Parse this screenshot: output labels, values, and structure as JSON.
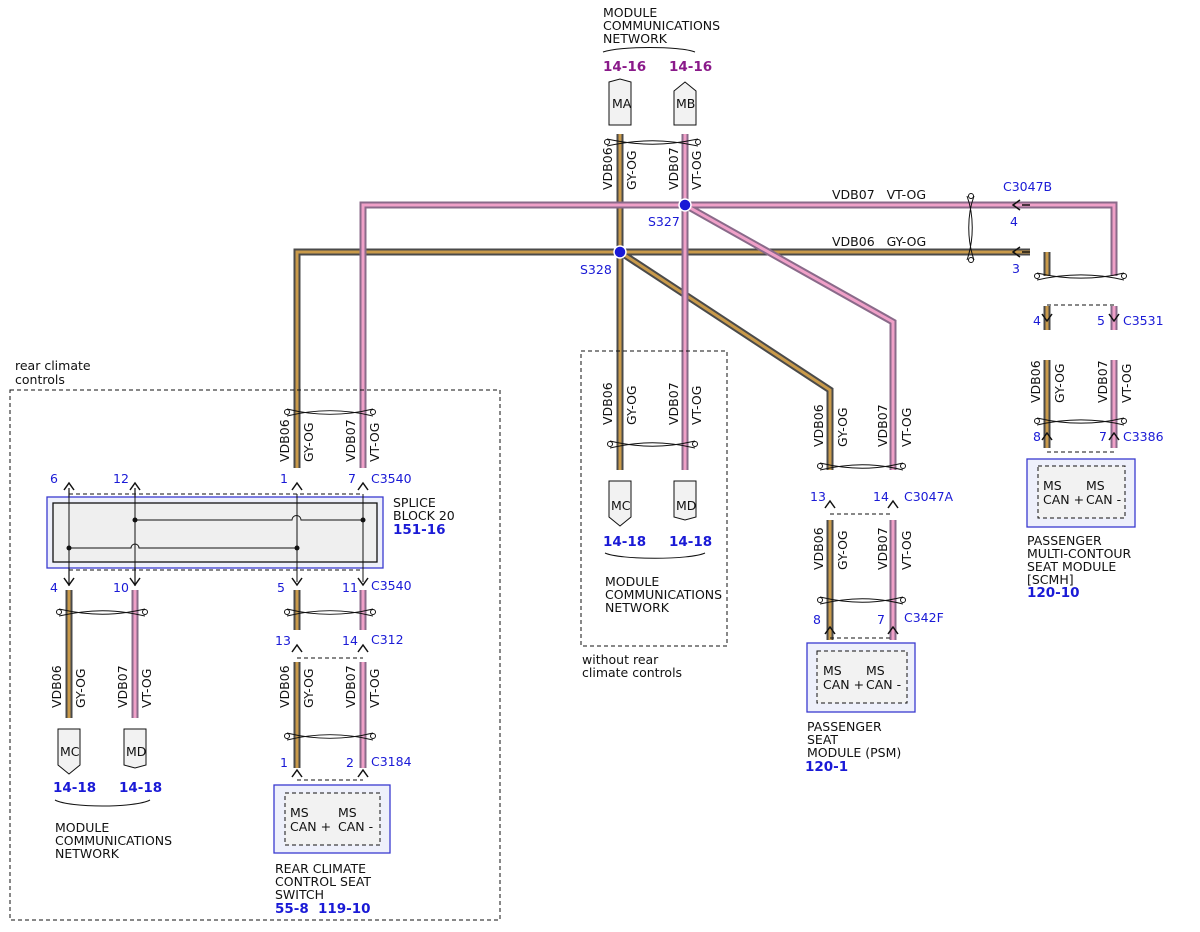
{
  "top_network": {
    "title_lines": [
      "MODULE",
      "COMMUNICATIONS",
      "NETWORK"
    ],
    "ref_a": "14-16",
    "ref_b": "14-16",
    "conn_a": "MA",
    "conn_b": "MB"
  },
  "wires": {
    "vdb06": "VDB06",
    "vdb07": "VDB07",
    "gy_og": "GY-OG",
    "vt_og": "VT-OG",
    "top_vdb07_label": "VDB07   VT-OG",
    "top_vdb06_label": "VDB06   GY-OG"
  },
  "splices": {
    "s327": "S327",
    "s328": "S328"
  },
  "connectors": {
    "c3047b": "C3047B",
    "c3531": "C3531",
    "c3386": "C3386",
    "c3540": "C3540",
    "c3540_lower": "C3540",
    "c312": "C312",
    "c3184": "C3184",
    "c3047a": "C3047A",
    "c342f": "C342F"
  },
  "pins": {
    "p4_c3047b": "4",
    "p3_c3047b": "3",
    "p4_c3531": "4",
    "p5_c3531": "5",
    "p8_c3386": "8",
    "p7_c3386": "7",
    "p6": "6",
    "p12": "12",
    "p1_c3540": "1",
    "p7_c3540": "7",
    "p4_lower": "4",
    "p10_lower": "10",
    "p5_c3540": "5",
    "p11_c3540": "11",
    "p13_c312": "13",
    "p14_c312": "14",
    "p1_c3184": "1",
    "p2_c3184": "2",
    "p13_c3047a": "13",
    "p14_c3047a": "14",
    "p8_c342f": "8",
    "p7_c342f": "7"
  },
  "rear_group": {
    "title_lines": [
      "rear climate",
      "controls"
    ]
  },
  "splice_block": {
    "title_lines": [
      "SPLICE",
      "BLOCK 20"
    ],
    "ref": "151-16"
  },
  "middle_group": {
    "conn_c": "MC",
    "conn_d": "MD",
    "ref_c": "14-18",
    "ref_d": "14-18",
    "network_lines": [
      "MODULE",
      "COMMUNICATIONS",
      "NETWORK"
    ],
    "caption_lines": [
      "without rear",
      "climate controls"
    ]
  },
  "left_network": {
    "conn_c": "MC",
    "conn_d": "MD",
    "ref_c": "14-18",
    "ref_d": "14-18",
    "network_lines": [
      "MODULE",
      "COMMUNICATIONS",
      "NETWORK"
    ]
  },
  "module_pins": {
    "ms": "MS",
    "can_plus": "CAN +",
    "can_minus": "CAN -"
  },
  "rear_switch": {
    "title_lines": [
      "REAR CLIMATE",
      "CONTROL SEAT",
      "SWITCH"
    ],
    "ref1": "55-8",
    "ref2": "119-10"
  },
  "psm": {
    "title_lines": [
      "PASSENGER",
      "SEAT",
      "MODULE (PSM)"
    ],
    "ref": "120-1"
  },
  "scmh": {
    "title_lines": [
      "PASSENGER",
      "MULTI-CONTOUR",
      "SEAT MODULE",
      "[SCMH]"
    ],
    "ref": "120-10"
  },
  "colors": {
    "gy_og_outer": "#4a4a4a",
    "gy_og_inner": "#c99a4a",
    "vt_og_outer": "#8a6a8a",
    "vt_og_inner": "#f0a0c8",
    "splice_dot": "#1a1ad6",
    "module_border": "#3a3ad0",
    "ref_blue": "#1a1ad6",
    "ref_purple": "#8a1a8a"
  }
}
